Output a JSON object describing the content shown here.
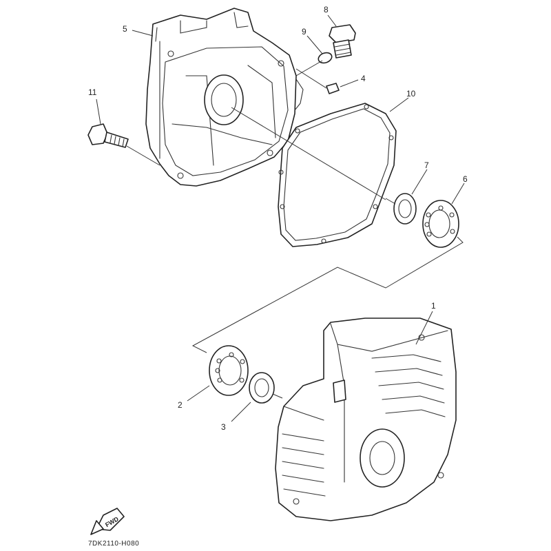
{
  "callouts": {
    "p1": "1",
    "p2": "2",
    "p3": "3",
    "p4": "4",
    "p5": "5",
    "p6": "6",
    "p7": "7",
    "p8": "8",
    "p9": "9",
    "p10": "10",
    "p11": "11"
  },
  "fwd_label": "FWD",
  "diagram_code": "7DK2110-H080"
}
